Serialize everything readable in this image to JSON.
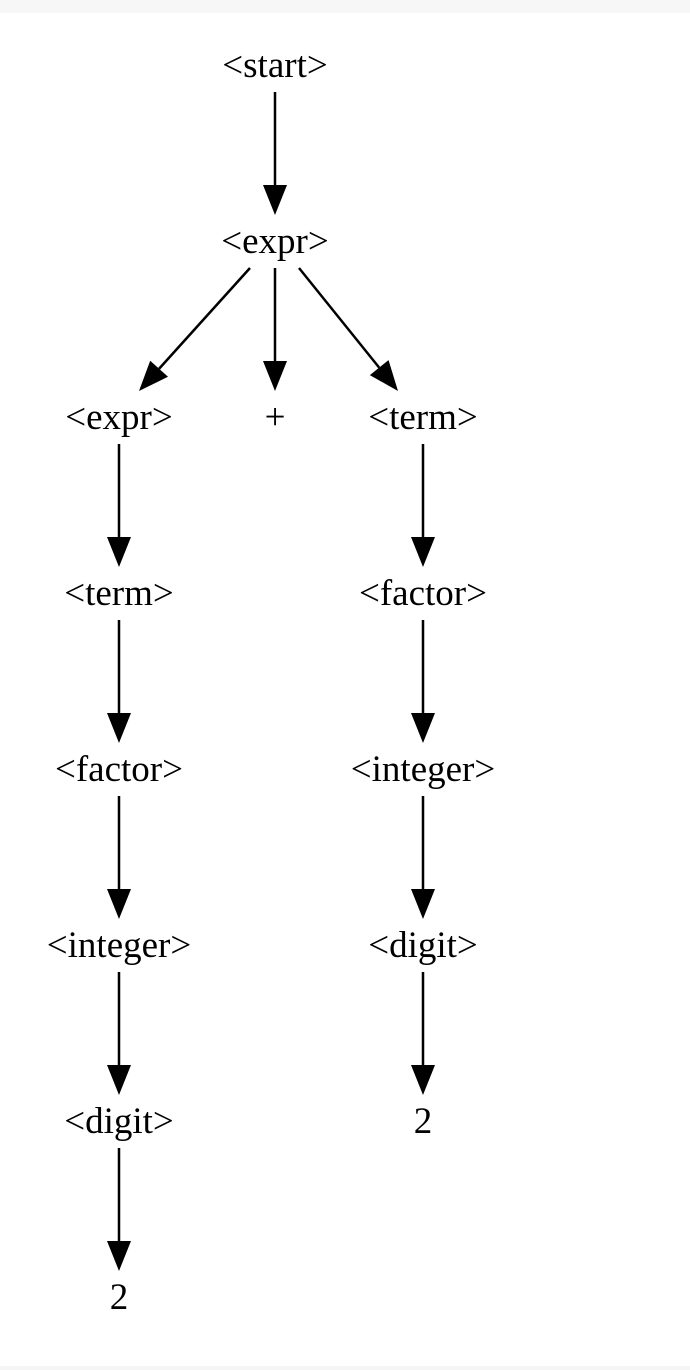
{
  "tree": {
    "nodes": [
      {
        "id": "start",
        "label": "<start>"
      },
      {
        "id": "expr",
        "label": "<expr>"
      },
      {
        "id": "expr_l",
        "label": "<expr>"
      },
      {
        "id": "plus",
        "label": "+"
      },
      {
        "id": "term_r",
        "label": "<term>"
      },
      {
        "id": "term_l",
        "label": "<term>"
      },
      {
        "id": "factor_r",
        "label": "<factor>"
      },
      {
        "id": "factor_l",
        "label": "<factor>"
      },
      {
        "id": "integer_r",
        "label": "<integer>"
      },
      {
        "id": "integer_l",
        "label": "<integer>"
      },
      {
        "id": "digit_r",
        "label": "<digit>"
      },
      {
        "id": "digit_l",
        "label": "<digit>"
      },
      {
        "id": "two_r",
        "label": "2"
      },
      {
        "id": "two_l",
        "label": "2"
      }
    ],
    "edges": [
      [
        "start",
        "expr"
      ],
      [
        "expr",
        "expr_l"
      ],
      [
        "expr",
        "plus"
      ],
      [
        "expr",
        "term_r"
      ],
      [
        "expr_l",
        "term_l"
      ],
      [
        "term_l",
        "factor_l"
      ],
      [
        "factor_l",
        "integer_l"
      ],
      [
        "integer_l",
        "digit_l"
      ],
      [
        "digit_l",
        "two_l"
      ],
      [
        "term_r",
        "factor_r"
      ],
      [
        "factor_r",
        "integer_r"
      ],
      [
        "integer_r",
        "digit_r"
      ],
      [
        "digit_r",
        "two_r"
      ]
    ]
  }
}
